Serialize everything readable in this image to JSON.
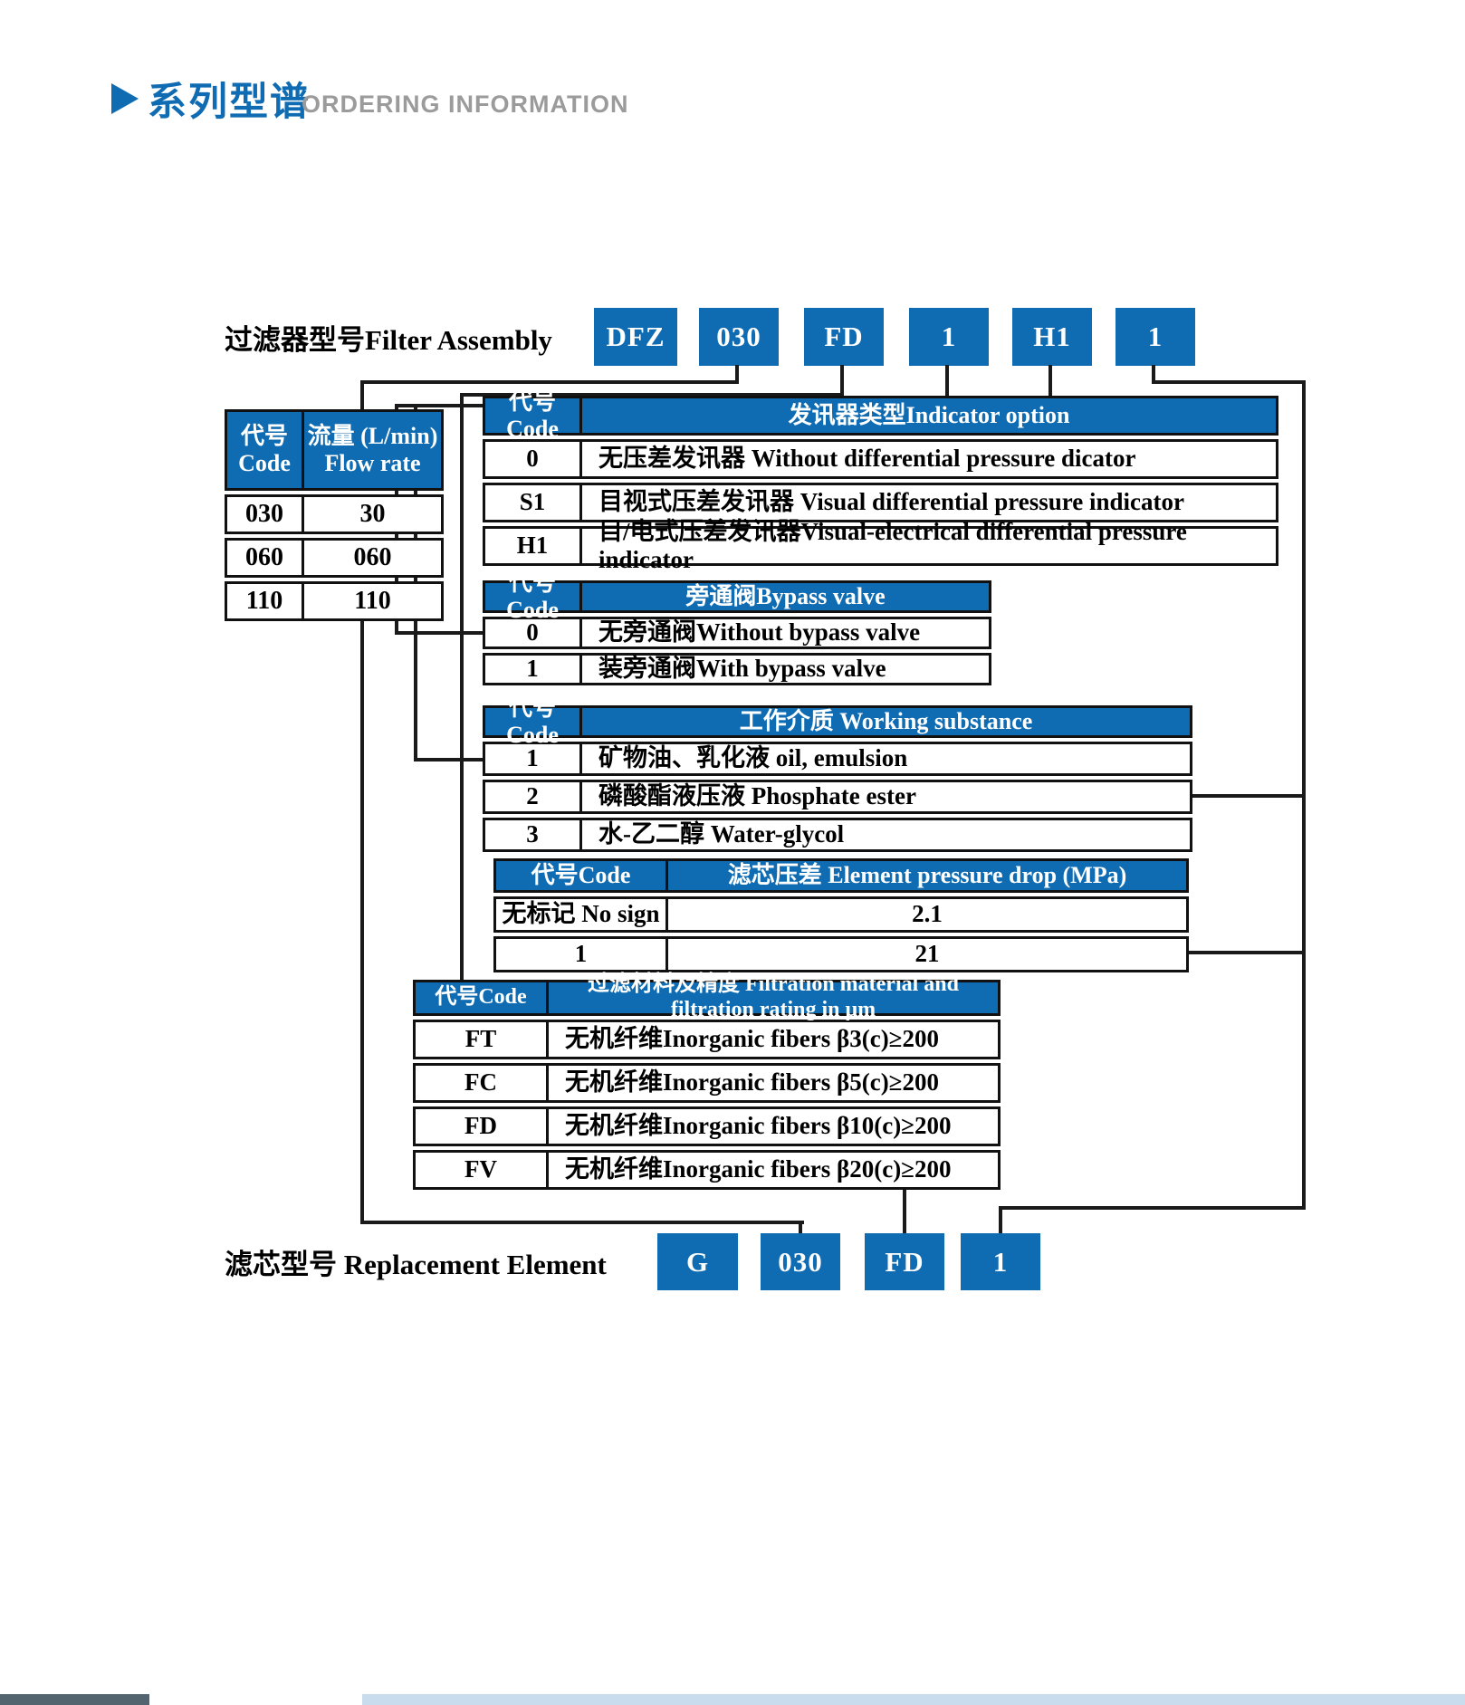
{
  "header": {
    "title_cn": "系列型谱",
    "title_en": "ORDERING INFORMATION"
  },
  "assembly": {
    "label": "过滤器型号Filter Assembly",
    "codes": [
      "DFZ",
      "030",
      "FD",
      "1",
      "H1",
      "1"
    ]
  },
  "element": {
    "label": "滤芯型号 Replacement Element",
    "codes": [
      "G",
      "030",
      "FD",
      "1"
    ]
  },
  "colors": {
    "accent_blue": "#0f6cb2",
    "subtitle_gray": "#9b9b9b",
    "line_black": "#1a1a1a"
  },
  "tables": {
    "flow": {
      "header": {
        "code_cn": "代号",
        "code_en": "Code",
        "value_cn": "流量 (L/min)",
        "value_en": "Flow rate"
      },
      "rows": [
        {
          "code": "030",
          "value": "30"
        },
        {
          "code": "060",
          "value": "060"
        },
        {
          "code": "110",
          "value": "110"
        }
      ]
    },
    "indicator": {
      "header": {
        "code": "代号Code",
        "title": "发讯器类型Indicator option"
      },
      "rows": [
        {
          "code": "0",
          "desc": "无压差发讯器 Without differential pressure dicator"
        },
        {
          "code": "S1",
          "desc": "目视式压差发讯器 Visual differential pressure indicator"
        },
        {
          "code": "H1",
          "desc": "目/电式压差发讯器Visual-electrical differential pressure indicator"
        }
      ]
    },
    "bypass": {
      "header": {
        "code": "代号Code",
        "title": "旁通阀Bypass valve"
      },
      "rows": [
        {
          "code": "0",
          "desc": "无旁通阀Without bypass valve"
        },
        {
          "code": "1",
          "desc": "装旁通阀With bypass valve"
        }
      ]
    },
    "substance": {
      "header": {
        "code": "代号Code",
        "title": "工作介质 Working substance"
      },
      "rows": [
        {
          "code": "1",
          "desc": "矿物油、乳化液 oil, emulsion"
        },
        {
          "code": "2",
          "desc": "磷酸酯液压液 Phosphate ester"
        },
        {
          "code": "3",
          "desc": "水-乙二醇 Water-glycol"
        }
      ]
    },
    "pressure": {
      "header": {
        "code": "代号Code",
        "title": "滤芯压差 Element pressure drop (MPa)"
      },
      "rows": [
        {
          "code": "无标记 No sign",
          "value": "2.1"
        },
        {
          "code": "1",
          "value": "21"
        }
      ]
    },
    "filtration": {
      "header": {
        "code": "代号Code",
        "title": "过滤材料及精度 Filtration material and filtration rating in μm"
      },
      "rows": [
        {
          "code": "FT",
          "desc": "无机纤维Inorganic fibers β3(c)≥200"
        },
        {
          "code": "FC",
          "desc": "无机纤维Inorganic fibers β5(c)≥200"
        },
        {
          "code": "FD",
          "desc": "无机纤维Inorganic fibers β10(c)≥200"
        },
        {
          "code": "FV",
          "desc": "无机纤维Inorganic fibers β20(c)≥200"
        }
      ]
    }
  }
}
